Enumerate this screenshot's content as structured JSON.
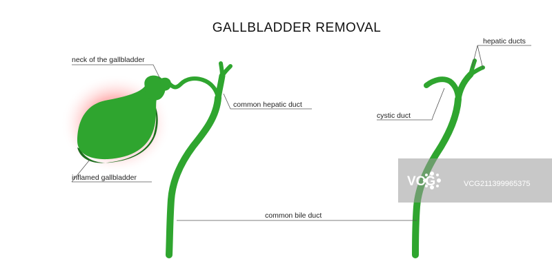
{
  "title": "GALLBLADDER REMOVAL",
  "labels": {
    "neck": "neck of the gallbladder",
    "common_hepatic": "common hepatic duct",
    "inflamed": "inflamed gallbladder",
    "common_bile": "common bile duct",
    "cystic": "cystic duct",
    "hepatic_ducts": "hepatic ducts"
  },
  "watermark": {
    "logo": "VCG",
    "id": "VCG211399965375"
  },
  "colors": {
    "organ_green": "#2fa52f",
    "organ_dark": "#1e6e1e",
    "inflammation_glow": "#ff5a5a",
    "leader_line": "#555555"
  },
  "icons": [
    "vcg-logo-icon"
  ]
}
